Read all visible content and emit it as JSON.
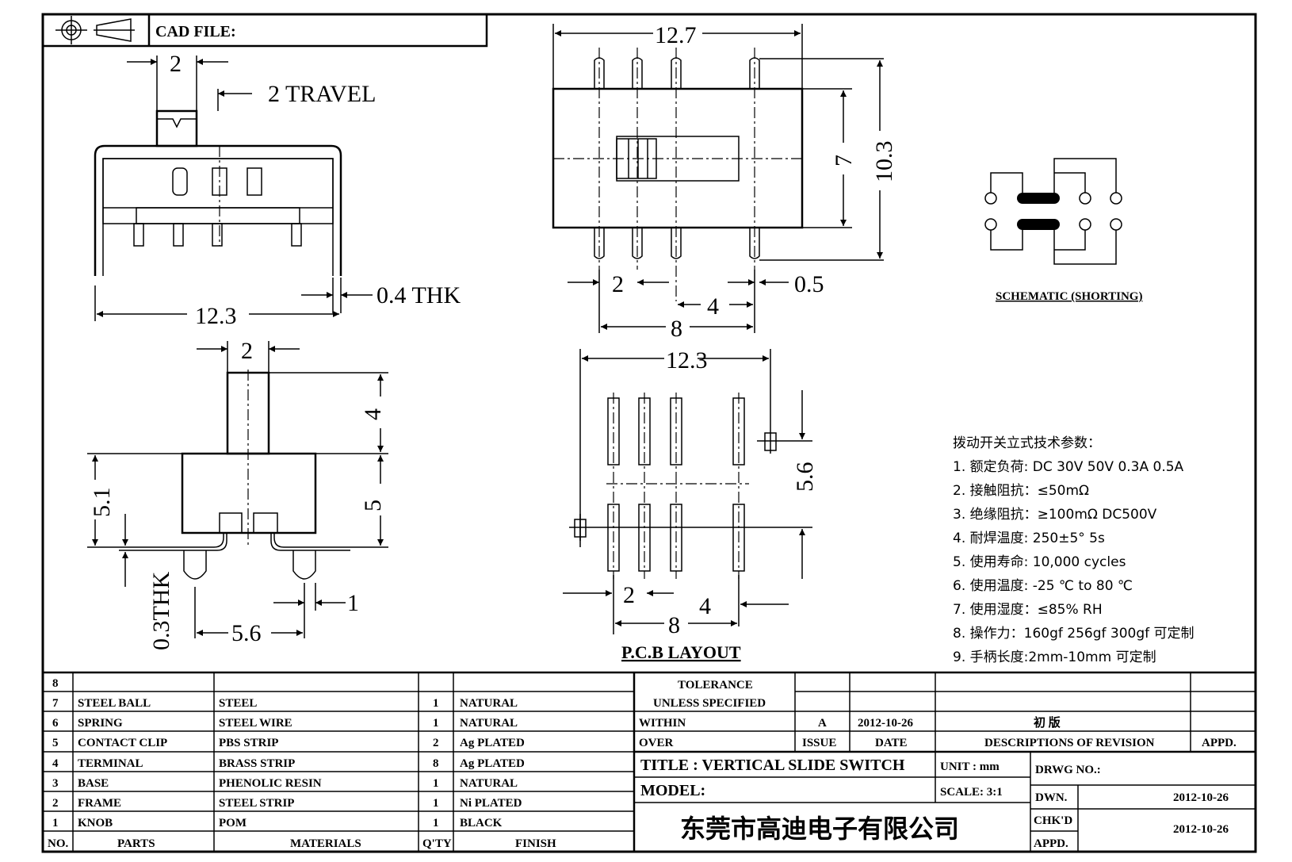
{
  "header": {
    "cad_file_label": "CAD FILE:"
  },
  "side_view": {
    "knob_width": "2",
    "travel": "2 TRAVEL",
    "thickness": "0.4 THK",
    "width": "12.3"
  },
  "front_view": {
    "knob_width": "2",
    "knob_height": "4",
    "body_height": "5",
    "total_height": "5.1",
    "thickness": "0.3THK",
    "pin_offset": "1",
    "pin_spacing": "5.6"
  },
  "top_view": {
    "length": "12.7",
    "width_inner": "7",
    "width_outer": "10.3",
    "pitch": "2",
    "pin_thk": "0.5",
    "pitch_4": "4",
    "span": "8"
  },
  "pcb_layout": {
    "length": "12.3",
    "row_spacing": "5.6",
    "pitch": "2",
    "pitch_4": "4",
    "span": "8",
    "label": "P.C.B LAYOUT"
  },
  "schematic": {
    "label": "SCHEMATIC (SHORTING)"
  },
  "specs": {
    "heading": "拨动开关立式技术参数：",
    "items": [
      "1.  额定负荷: DC 30V    50V    0.3A    0.5A",
      "2.  接触阻抗：≤50mΩ",
      "3.  绝缘阻抗：≥100mΩ   DC500V",
      "4.  耐焊温度: 250±5°  5s",
      "5.  使用寿命: 10,000 cycles",
      "6.  使用温度: -25  ℃  to 80  ℃",
      "7.  使用湿度：≤85% RH",
      "8.  操作力：160gf    256gf    300gf   可定制",
      "9.  手柄长度:2mm-10mm   可定制"
    ]
  },
  "bom": {
    "rows": [
      {
        "no": "8",
        "part": "",
        "material": "",
        "qty": "",
        "finish": ""
      },
      {
        "no": "7",
        "part": "STEEL BALL",
        "material": "STEEL",
        "qty": "1",
        "finish": "NATURAL"
      },
      {
        "no": "6",
        "part": "SPRING",
        "material": "STEEL WIRE",
        "qty": "1",
        "finish": "NATURAL"
      },
      {
        "no": "5",
        "part": "CONTACT CLIP",
        "material": "PBS STRIP",
        "qty": "2",
        "finish": "Ag PLATED"
      },
      {
        "no": "4",
        "part": "TERMINAL",
        "material": "BRASS STRIP",
        "qty": "8",
        "finish": "Ag PLATED"
      },
      {
        "no": "3",
        "part": "BASE",
        "material": "PHENOLIC RESIN",
        "qty": "1",
        "finish": "NATURAL"
      },
      {
        "no": "2",
        "part": "FRAME",
        "material": "STEEL STRIP",
        "qty": "1",
        "finish": "Ni PLATED"
      },
      {
        "no": "1",
        "part": "KNOB",
        "material": "POM",
        "qty": "1",
        "finish": "BLACK"
      }
    ],
    "headers": {
      "no": "NO.",
      "part": "PARTS",
      "material": "MATERIALS",
      "qty": "Q'TY",
      "finish": "FINISH"
    }
  },
  "title_block": {
    "tolerance": "TOLERANCE",
    "unless": "UNLESS   SPECIFIED",
    "within": "WITHIN",
    "over": "OVER",
    "rev_issue": "A",
    "rev_date": "2012-10-26",
    "rev_desc": "初    版",
    "issue_label": "ISSUE",
    "date_label": "DATE",
    "desc_label": "DESCRIPTIONS  OF  REVISION",
    "appd_label": "APPD.",
    "title": "TITLE :   VERTICAL  SLIDE  SWITCH",
    "unit": "UNIT :   mm",
    "drwg_no": "DRWG NO.:",
    "model": "MODEL:",
    "scale": "SCALE:   3:1",
    "dwn": "DWN.",
    "dwn_date": "2012-10-26",
    "chkd": "CHK'D",
    "chkd_date": "2012-10-26",
    "appd": "APPD.",
    "company": "东莞市高迪电子有限公司"
  }
}
